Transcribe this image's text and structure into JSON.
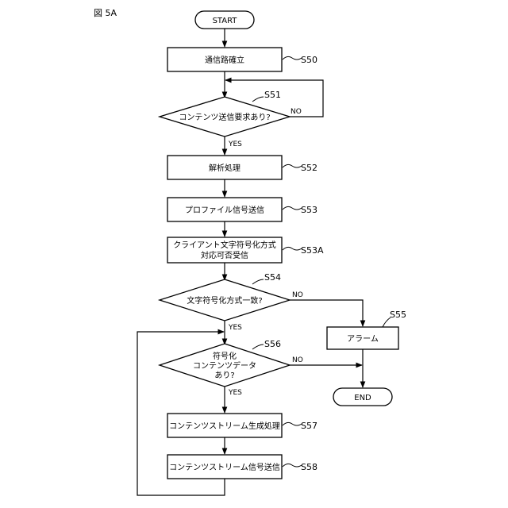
{
  "figure_label": "図 5A",
  "nodes": {
    "start": "START",
    "s50_box": "通信路確立",
    "s51_dec": "コンテンツ送信要求あり?",
    "s52_box": "解析処理",
    "s53_box": "プロファイル信号送信",
    "s53a_box_line1": "クライアント文字符号化方式",
    "s53a_box_line2": "対応可否受信",
    "s54_dec": "文字符号化方式一致?",
    "s55_box": "アラーム",
    "s56_dec_line1": "符号化",
    "s56_dec_line2": "コンテンツデータ",
    "s56_dec_line3": "あり?",
    "s57_box": "コンテンツストリーム生成処理",
    "s58_box": "コンテンツストリーム信号送信",
    "end": "END"
  },
  "step_labels": {
    "s50": "S50",
    "s51": "S51",
    "s52": "S52",
    "s53": "S53",
    "s53a": "S53A",
    "s54": "S54",
    "s55": "S55",
    "s56": "S56",
    "s57": "S57",
    "s58": "S58"
  },
  "branch_labels": {
    "s51_no": "NO",
    "s51_yes": "YES",
    "s54_no": "NO",
    "s54_yes": "YES",
    "s56_no": "NO",
    "s56_yes": "YES"
  }
}
